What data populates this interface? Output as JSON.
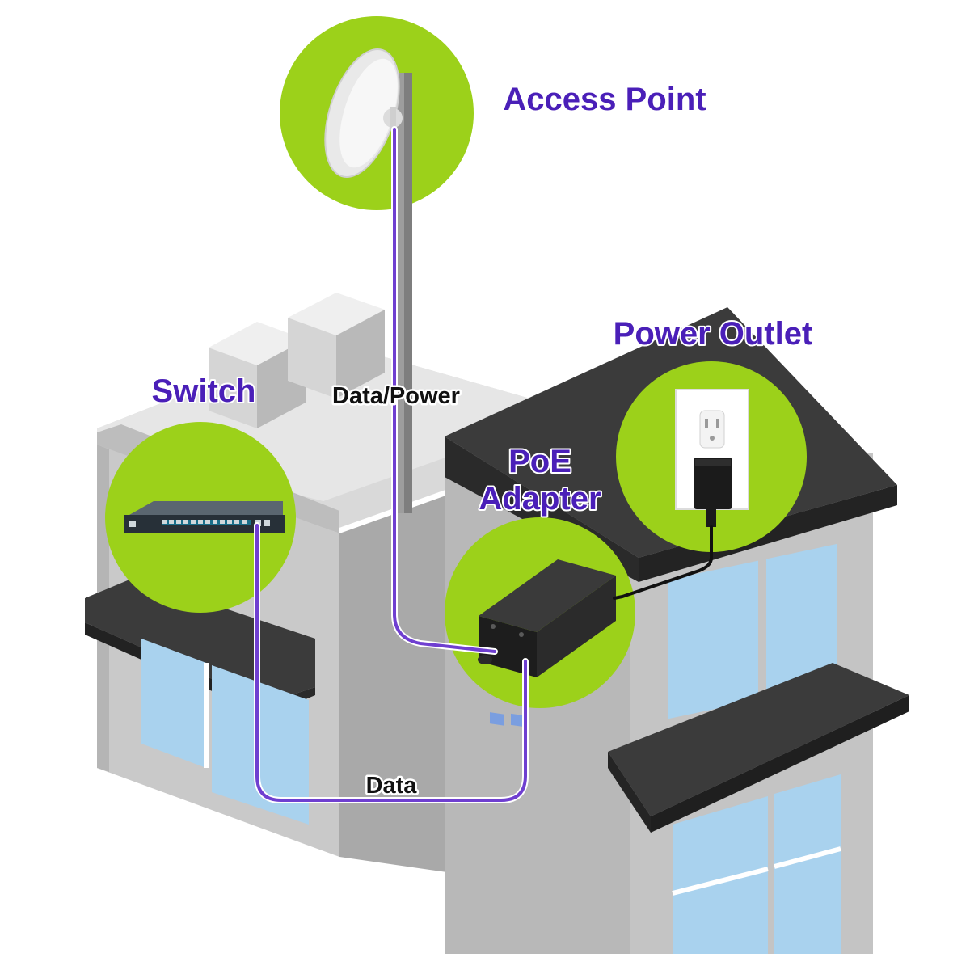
{
  "labels": {
    "access_point": "Access Point",
    "power_outlet": "Power Outlet",
    "switch": "Switch",
    "poe_adapter_line1": "PoE",
    "poe_adapter_line2": "Adapter",
    "cable_data_power": "Data/Power",
    "cable_data": "Data"
  },
  "colors": {
    "label_purple": "#4a1fb8",
    "cable_purple": "#6f3fd0",
    "circle_green": "#9cd11a",
    "wall_light": "#c9c9c9",
    "wall_mid": "#a9a9a9",
    "roof_dark": "#3b3b3b",
    "window_blue": "#a9d2ee"
  }
}
